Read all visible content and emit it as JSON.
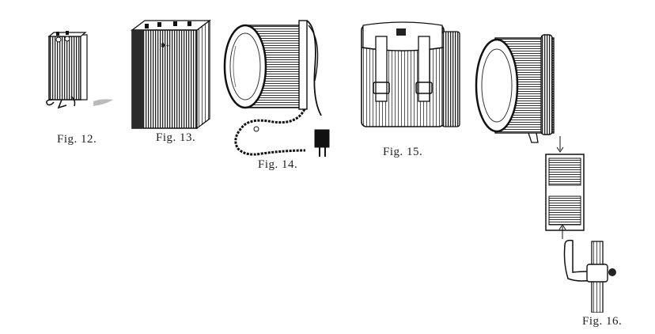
{
  "plate": {
    "figures": [
      {
        "id": "fig12",
        "caption": "Fig. 12."
      },
      {
        "id": "fig13",
        "caption": "Fig. 13."
      },
      {
        "id": "fig14",
        "caption": "Fig. 14."
      },
      {
        "id": "fig15",
        "caption": "Fig. 15."
      },
      {
        "id": "fig16",
        "caption": "Fig. 16."
      }
    ],
    "colors": {
      "ink": "#1f1f1f",
      "paper": "#ffffff"
    }
  }
}
